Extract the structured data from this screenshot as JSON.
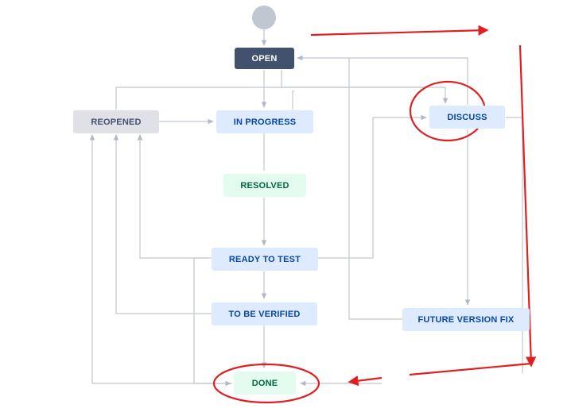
{
  "workflow": {
    "statuses": {
      "open": "OPEN",
      "reopened": "REOPENED",
      "in_progress": "IN PROGRESS",
      "discuss": "DISCUSS",
      "resolved": "RESOLVED",
      "ready_to_test": "READY TO TEST",
      "to_be_verified": "TO BE VERIFIED",
      "future_version_fix": "FUTURE VERSION FIX",
      "done": "DONE"
    },
    "colors": {
      "open_bg": "#42526e",
      "neutral_bg": "#dfe1e6",
      "in_progress_bg": "#deebff",
      "done_bg": "#e3fcef",
      "connector": "#c1c7d0",
      "annotation": "#e02020"
    }
  }
}
